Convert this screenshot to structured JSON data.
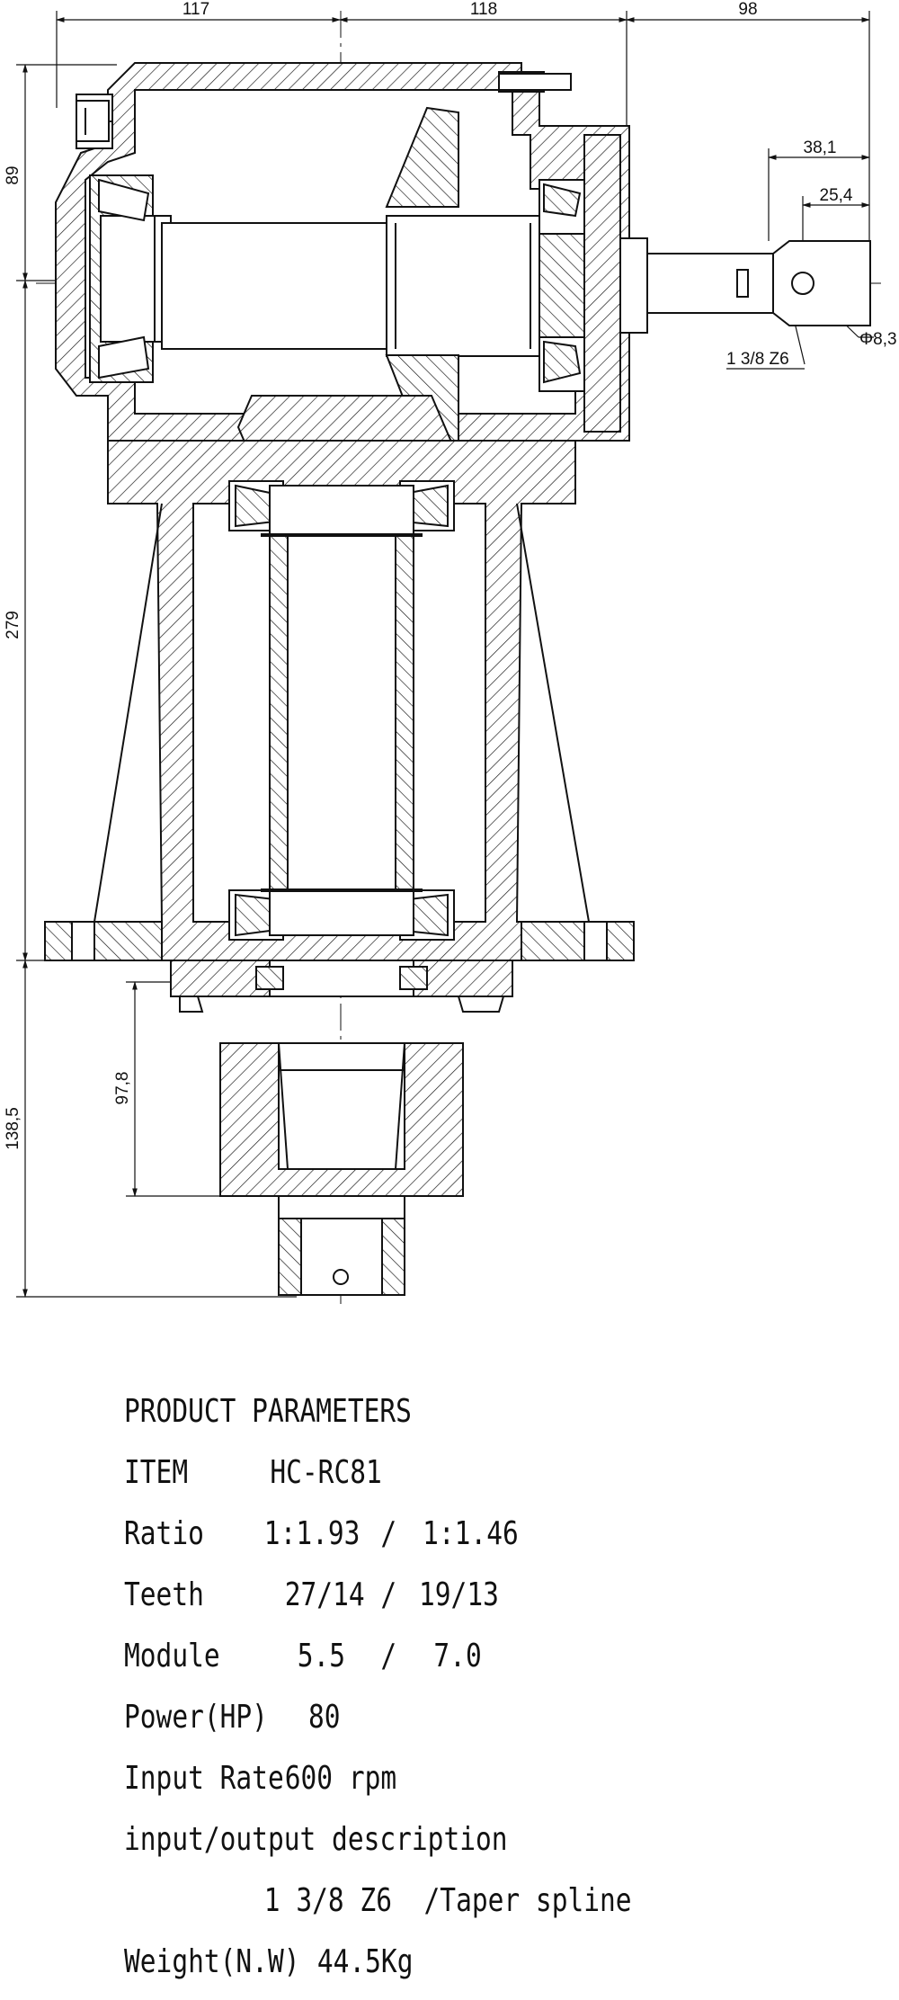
{
  "drawing": {
    "dimensions": {
      "top_left": "117",
      "top_mid": "118",
      "top_right": "98",
      "right_1": "38,1",
      "right_2": "25,4",
      "hole_dia": "Φ8,3",
      "spline": "1 3/8 Z6",
      "left_1": "89",
      "left_2": "279",
      "left_3": "138,5",
      "left_4": "97,8"
    }
  },
  "params": {
    "title": "PRODUCT PARAMETERS",
    "item": {
      "label": "ITEM",
      "value": "HC-RC81"
    },
    "ratio": {
      "label": "Ratio",
      "v1": "1:1.93",
      "sep": "/",
      "v2": "1:1.46"
    },
    "teeth": {
      "label": "Teeth",
      "v1": "27/14",
      "sep": "/",
      "v2": "19/13"
    },
    "module": {
      "label": "Module",
      "v1": "5.5",
      "sep": "/",
      "v2": "7.0"
    },
    "power": {
      "label": "Power(HP)",
      "value": "80"
    },
    "input_rate": {
      "label": "Input Rate",
      "value": "600 rpm"
    },
    "io": {
      "label": "input/output description",
      "value": "1 3/8 Z6  /Taper spline"
    },
    "weight": {
      "label": "Weight(N.W)",
      "value": "44.5Kg"
    }
  }
}
